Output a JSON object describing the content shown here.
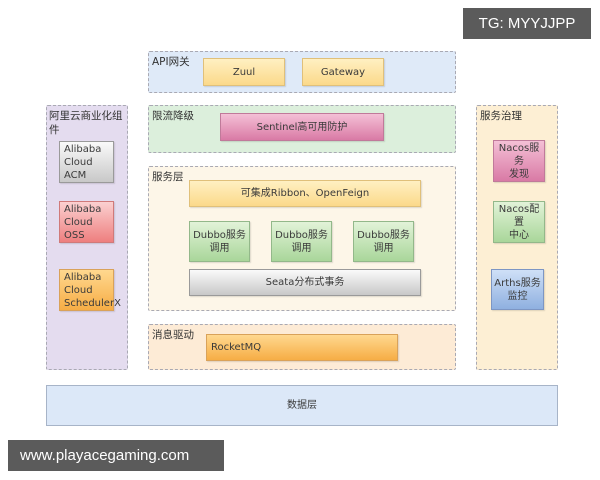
{
  "watermarks": {
    "top_right": "TG: MYYJJPP",
    "bottom_left": "www.playacegaming.com"
  },
  "colors": {
    "api_zone": "#dfeaf8",
    "limit_zone": "#dcefdc",
    "service_zone": "#fdf6e8",
    "mq_zone": "#fdebd6",
    "alibaba_zone": "#e4dcef",
    "governance_zone": "#fdefd4",
    "data_layer": "#dce8f8",
    "watermark_bg": "#5b5b5b"
  },
  "api_gateway": {
    "label": "API网关",
    "items": [
      "Zuul",
      "Gateway"
    ]
  },
  "rate_limit": {
    "label": "限流降级",
    "item": "Sentinel高可用防护"
  },
  "service_layer": {
    "label": "服务层",
    "top": "可集成Ribbon、OpenFeign",
    "dubbo": [
      "Dubbo服务\n调用",
      "Dubbo服务\n调用",
      "Dubbo服务\n调用"
    ],
    "dubbo_line1": "Dubbo服务",
    "dubbo_line2": "调用",
    "bottom": "Seata分布式事务"
  },
  "message_driven": {
    "label": "消息驱动",
    "item": "RocketMQ"
  },
  "alibaba_components": {
    "label": "阿里云商业化组件",
    "items": [
      {
        "line1": "Alibaba",
        "line2": "Cloud ACM"
      },
      {
        "line1": "Alibaba",
        "line2": "Cloud OSS"
      },
      {
        "line1": "Alibaba",
        "line2": "Cloud",
        "line3": "SchedulerX"
      }
    ]
  },
  "governance": {
    "label": "服务治理",
    "items": [
      {
        "line1": "Nacos服务",
        "line2": "发现"
      },
      {
        "line1": "Nacos配置",
        "line2": "中心"
      },
      {
        "line1": "Arths服务",
        "line2": "监控"
      }
    ]
  },
  "data_layer": {
    "label": "数据层"
  }
}
